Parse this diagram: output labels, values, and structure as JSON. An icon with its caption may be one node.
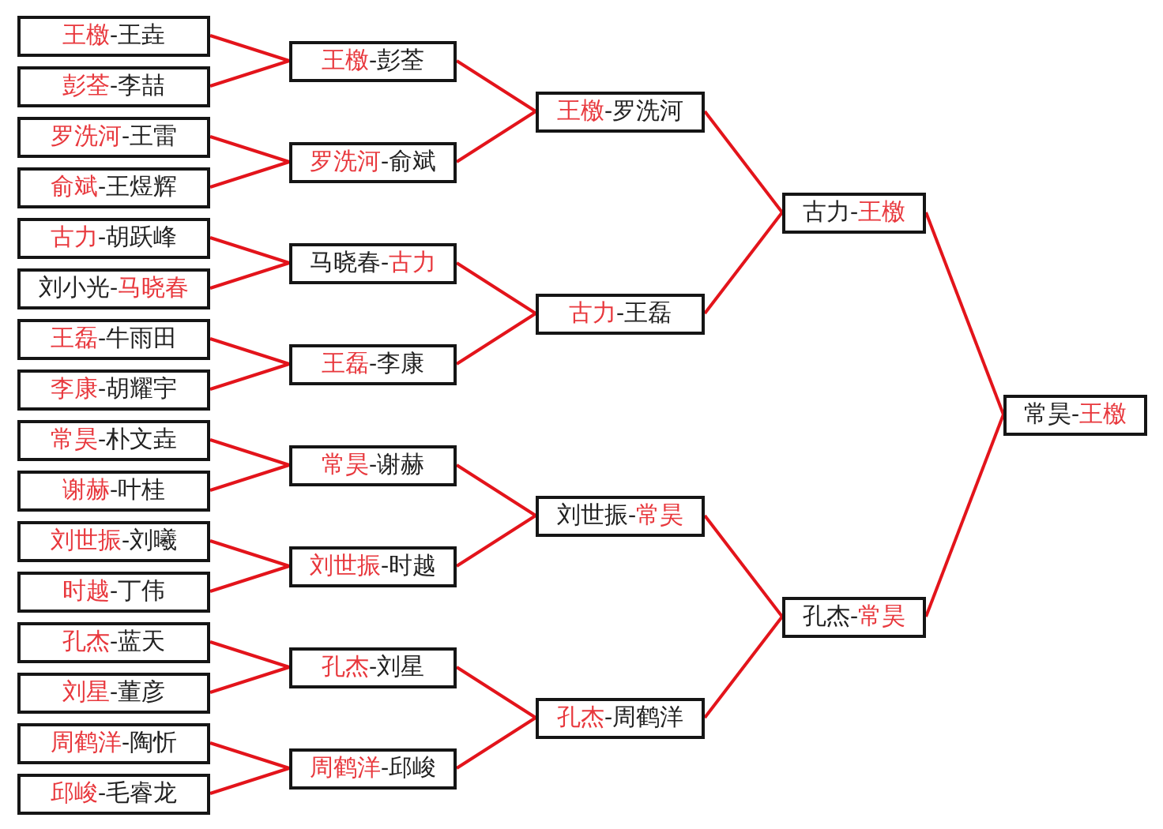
{
  "diagram": {
    "nodes": [
      {
        "text": [
          "**王檄**-王垚"
        ]
      },
      {
        "text": [
          "**彭荃**-李喆"
        ]
      },
      {
        "text": [
          "**罗洗河**-王雷"
        ]
      },
      {
        "text": [
          "**俞斌**-王煜辉"
        ]
      },
      {
        "text": [
          "**古力**-胡跃峰"
        ]
      },
      {
        "text": [
          "刘小光-**马晓春**"
        ]
      },
      {
        "text": [
          "**王磊**-牛雨田"
        ]
      },
      {
        "text": [
          "**李康**-胡耀宇"
        ]
      },
      {
        "text": [
          "**常昊**-朴文垚"
        ]
      },
      {
        "text": [
          "**谢赫**-叶桂"
        ]
      },
      {
        "text": [
          "**刘世振**-刘曦"
        ]
      },
      {
        "text": [
          "**时越**-丁伟"
        ]
      },
      {
        "text": [
          "**孔杰**-蓝天"
        ]
      },
      {
        "text": [
          "**刘星**-董彦"
        ]
      },
      {
        "text": [
          "**周鹤洋**-陶忻"
        ]
      },
      {
        "text": [
          "**邱峻**-毛睿龙"
        ]
      },
      {
        "text": [
          "**王檄**-彭荃"
        ]
      },
      {
        "text": [
          "**罗洗河**-俞斌"
        ]
      },
      {
        "text": [
          "马晓春-**古力**"
        ]
      },
      {
        "text": [
          "**王磊**-李康"
        ]
      },
      {
        "text": [
          "**常昊**-谢赫"
        ]
      },
      {
        "text": [
          "**刘世振**-时越"
        ]
      },
      {
        "text": [
          "**孔杰**-刘星"
        ]
      },
      {
        "text": [
          "**周鹤洋**-邱峻"
        ]
      },
      {
        "text": [
          "**王檄**-罗洗河"
        ]
      },
      {
        "text": [
          "**古力**-王磊"
        ]
      },
      {
        "text": [
          "刘世振-**常昊**"
        ]
      },
      {
        "text": [
          "**孔杰**-周鹤洋"
        ]
      },
      {
        "text": [
          "古力-**王檄**"
        ]
      },
      {
        "text": [
          "孔杰-**常昊**"
        ]
      },
      {
        "text": [
          "常昊-**王檄**"
        ]
      }
    ],
    "edges": [
      {
        "from": 0,
        "to": 16,
        "arrow": "none"
      },
      {
        "from": 1,
        "to": 16,
        "arrow": "none"
      },
      {
        "from": 2,
        "to": 17,
        "arrow": "none"
      },
      {
        "from": 3,
        "to": 17,
        "arrow": "none"
      },
      {
        "from": 4,
        "to": 18,
        "arrow": "none"
      },
      {
        "from": 5,
        "to": 18,
        "arrow": "none"
      },
      {
        "from": 6,
        "to": 19,
        "arrow": "none"
      },
      {
        "from": 7,
        "to": 19,
        "arrow": "none"
      },
      {
        "from": 8,
        "to": 20,
        "arrow": "none"
      },
      {
        "from": 9,
        "to": 20,
        "arrow": "none"
      },
      {
        "from": 10,
        "to": 21,
        "arrow": "none"
      },
      {
        "from": 11,
        "to": 21,
        "arrow": "none"
      },
      {
        "from": 12,
        "to": 22,
        "arrow": "none"
      },
      {
        "from": 13,
        "to": 22,
        "arrow": "none"
      },
      {
        "from": 14,
        "to": 23,
        "arrow": "none"
      },
      {
        "from": 15,
        "to": 23,
        "arrow": "none"
      },
      {
        "from": 16,
        "to": 24,
        "arrow": "none"
      },
      {
        "from": 17,
        "to": 24,
        "arrow": "none"
      },
      {
        "from": 18,
        "to": 25,
        "arrow": "none"
      },
      {
        "from": 19,
        "to": 25,
        "arrow": "none"
      },
      {
        "from": 20,
        "to": 26,
        "arrow": "none"
      },
      {
        "from": 21,
        "to": 26,
        "arrow": "none"
      },
      {
        "from": 22,
        "to": 27,
        "arrow": "none"
      },
      {
        "from": 23,
        "to": 27,
        "arrow": "none"
      },
      {
        "from": 24,
        "to": 28,
        "arrow": "none"
      },
      {
        "from": 25,
        "to": 28,
        "arrow": "none"
      },
      {
        "from": 26,
        "to": 29,
        "arrow": "none"
      },
      {
        "from": 27,
        "to": 29,
        "arrow": "none"
      },
      {
        "from": 28,
        "to": 30,
        "arrow": "none"
      },
      {
        "from": 29,
        "to": 30,
        "arrow": "none"
      }
    ]
  }
}
